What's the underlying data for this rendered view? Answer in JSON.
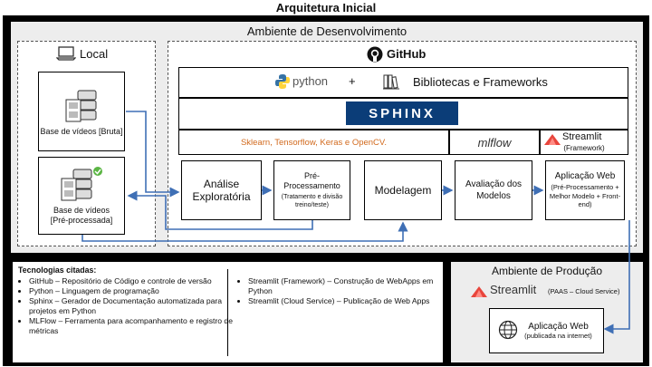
{
  "title": "Arquitetura Inicial",
  "dev_env": {
    "title": "Ambiente de Desenvolvimento",
    "local_label": "Local",
    "github_label": "GitHub",
    "raw_db": "Base de vídeos [Bruta]",
    "processed_db_line1": "Base de vídeos",
    "processed_db_line2": "[Pré-processada]",
    "python_label": "python",
    "plus": "+",
    "libs_label": "Bibliotecas e Frameworks",
    "sphinx_label": "SPHINX",
    "libs_list": "Sklearn, Tensorflow, Keras e OpenCV.",
    "mlflow_label": "mlflow",
    "streamlit_label": "Streamlit",
    "streamlit_sub": "(Framework)",
    "steps": {
      "eda_l1": "Análise",
      "eda_l2": "Exploratória",
      "pre_l1": "Pré-",
      "pre_l2": "Processamento",
      "pre_sub": "(Tratamento e divisão treino/teste)",
      "model": "Modelagem",
      "eval_l1": "Avaliação dos",
      "eval_l2": "Modelos",
      "app_title": "Aplicação Web",
      "app_sub": "(Pré-Processamento + Melhor Modelo + Front-end)"
    }
  },
  "technologies": {
    "title": "Tecnologias citadas:",
    "left": [
      "GitHub – Repositório de Código e controle de versão",
      "Python – Linguagem de programação",
      "Sphinx – Gerador de Documentação automatizada para projetos em Python",
      "MLFlow – Ferramenta para acompanhamento e registro de métricas"
    ],
    "right": [
      "Streamlit (Framework) – Construção de WebApps em Python",
      "Streamlit (Cloud Service) – Publicação de Web Apps"
    ]
  },
  "prod_env": {
    "title": "Ambiente de Produção",
    "streamlit_label": "Streamlit",
    "paas_label": "(PAAS – Cloud Service)",
    "app_title": "Aplicação Web",
    "app_sub": "(publicada na internet)"
  },
  "colors": {
    "arrow": "#3f6fb5",
    "orange_text": "#d26a1e",
    "streamlit_red": "#e8453c",
    "sphinx_navy": "#0b3d78",
    "python_blue": "#3572a5",
    "python_yellow": "#ffd43b",
    "background_gray": "#ededed"
  }
}
